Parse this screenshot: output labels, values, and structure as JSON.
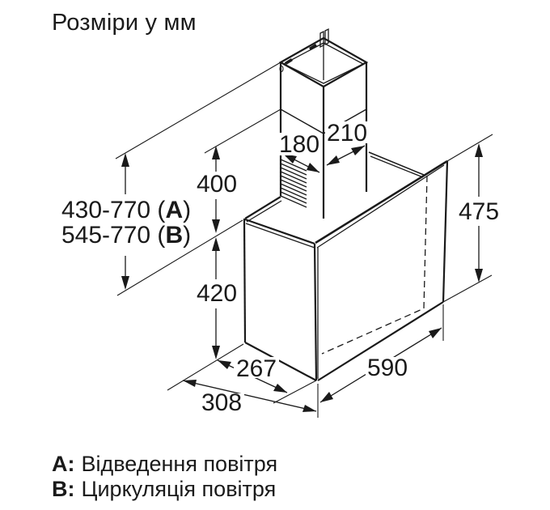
{
  "title": "Розміри у мм",
  "dimensions": {
    "duct_depth": "180",
    "duct_width": "210",
    "flue_height": "400",
    "height_a": {
      "prefix": "430-770 (",
      "letter": "A",
      "suffix": ")"
    },
    "height_b": {
      "prefix": "545-770 (",
      "letter": "B",
      "suffix": ")"
    },
    "body_height": "420",
    "panel_height": "475",
    "bottom_depth": "267",
    "total_depth": "308",
    "width": "590"
  },
  "legend": {
    "items": [
      {
        "key": "A:",
        "label": "Відведення повітря"
      },
      {
        "key": "B:",
        "label": "Циркуляція повітря"
      }
    ]
  }
}
